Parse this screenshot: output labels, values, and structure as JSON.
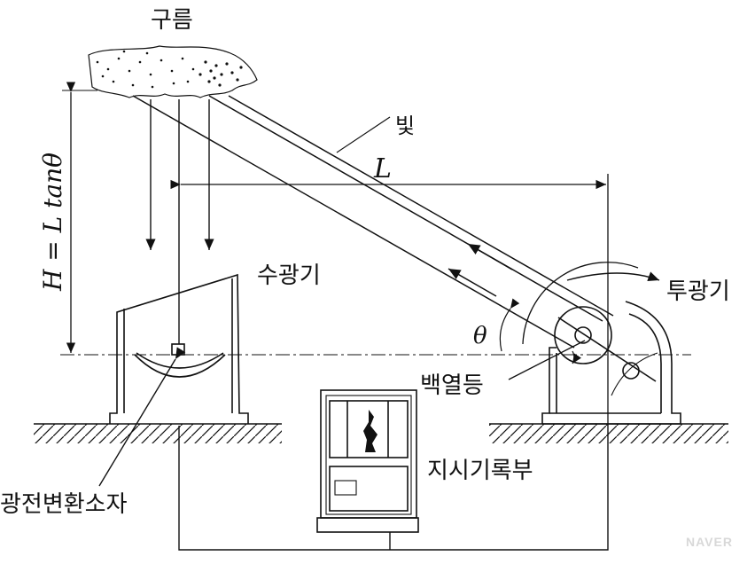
{
  "labels": {
    "cloud": "구름",
    "light": "빛",
    "receiver": "수광기",
    "projector": "투광기",
    "lamp": "백열등",
    "photo_element": "광전변환소자",
    "recorder": "지시기록부",
    "formula": "H = L tanθ",
    "distance": "L",
    "angle": "θ"
  },
  "watermark": "NAVER",
  "colors": {
    "ink": "#111111",
    "background": "#ffffff",
    "watermark": "#d8d8d8"
  }
}
